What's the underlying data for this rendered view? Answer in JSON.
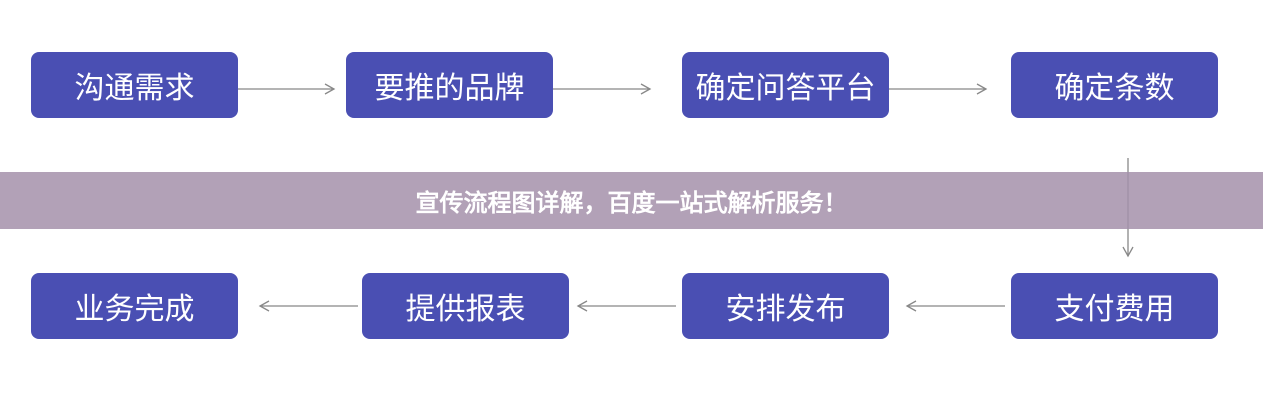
{
  "flow": {
    "steps": [
      "沟通需求",
      "要推的品牌",
      "确定问答平台",
      "确定条数",
      "支付费用",
      "安排发布",
      "提供报表",
      "业务完成"
    ]
  },
  "banner": {
    "text": "宣传流程图详解，百度一站式解析服务！"
  },
  "colors": {
    "node_fill": "#4a4fb3",
    "node_text": "#ffffff",
    "arrow": "#888888",
    "banner_fill": "#a591aa"
  }
}
